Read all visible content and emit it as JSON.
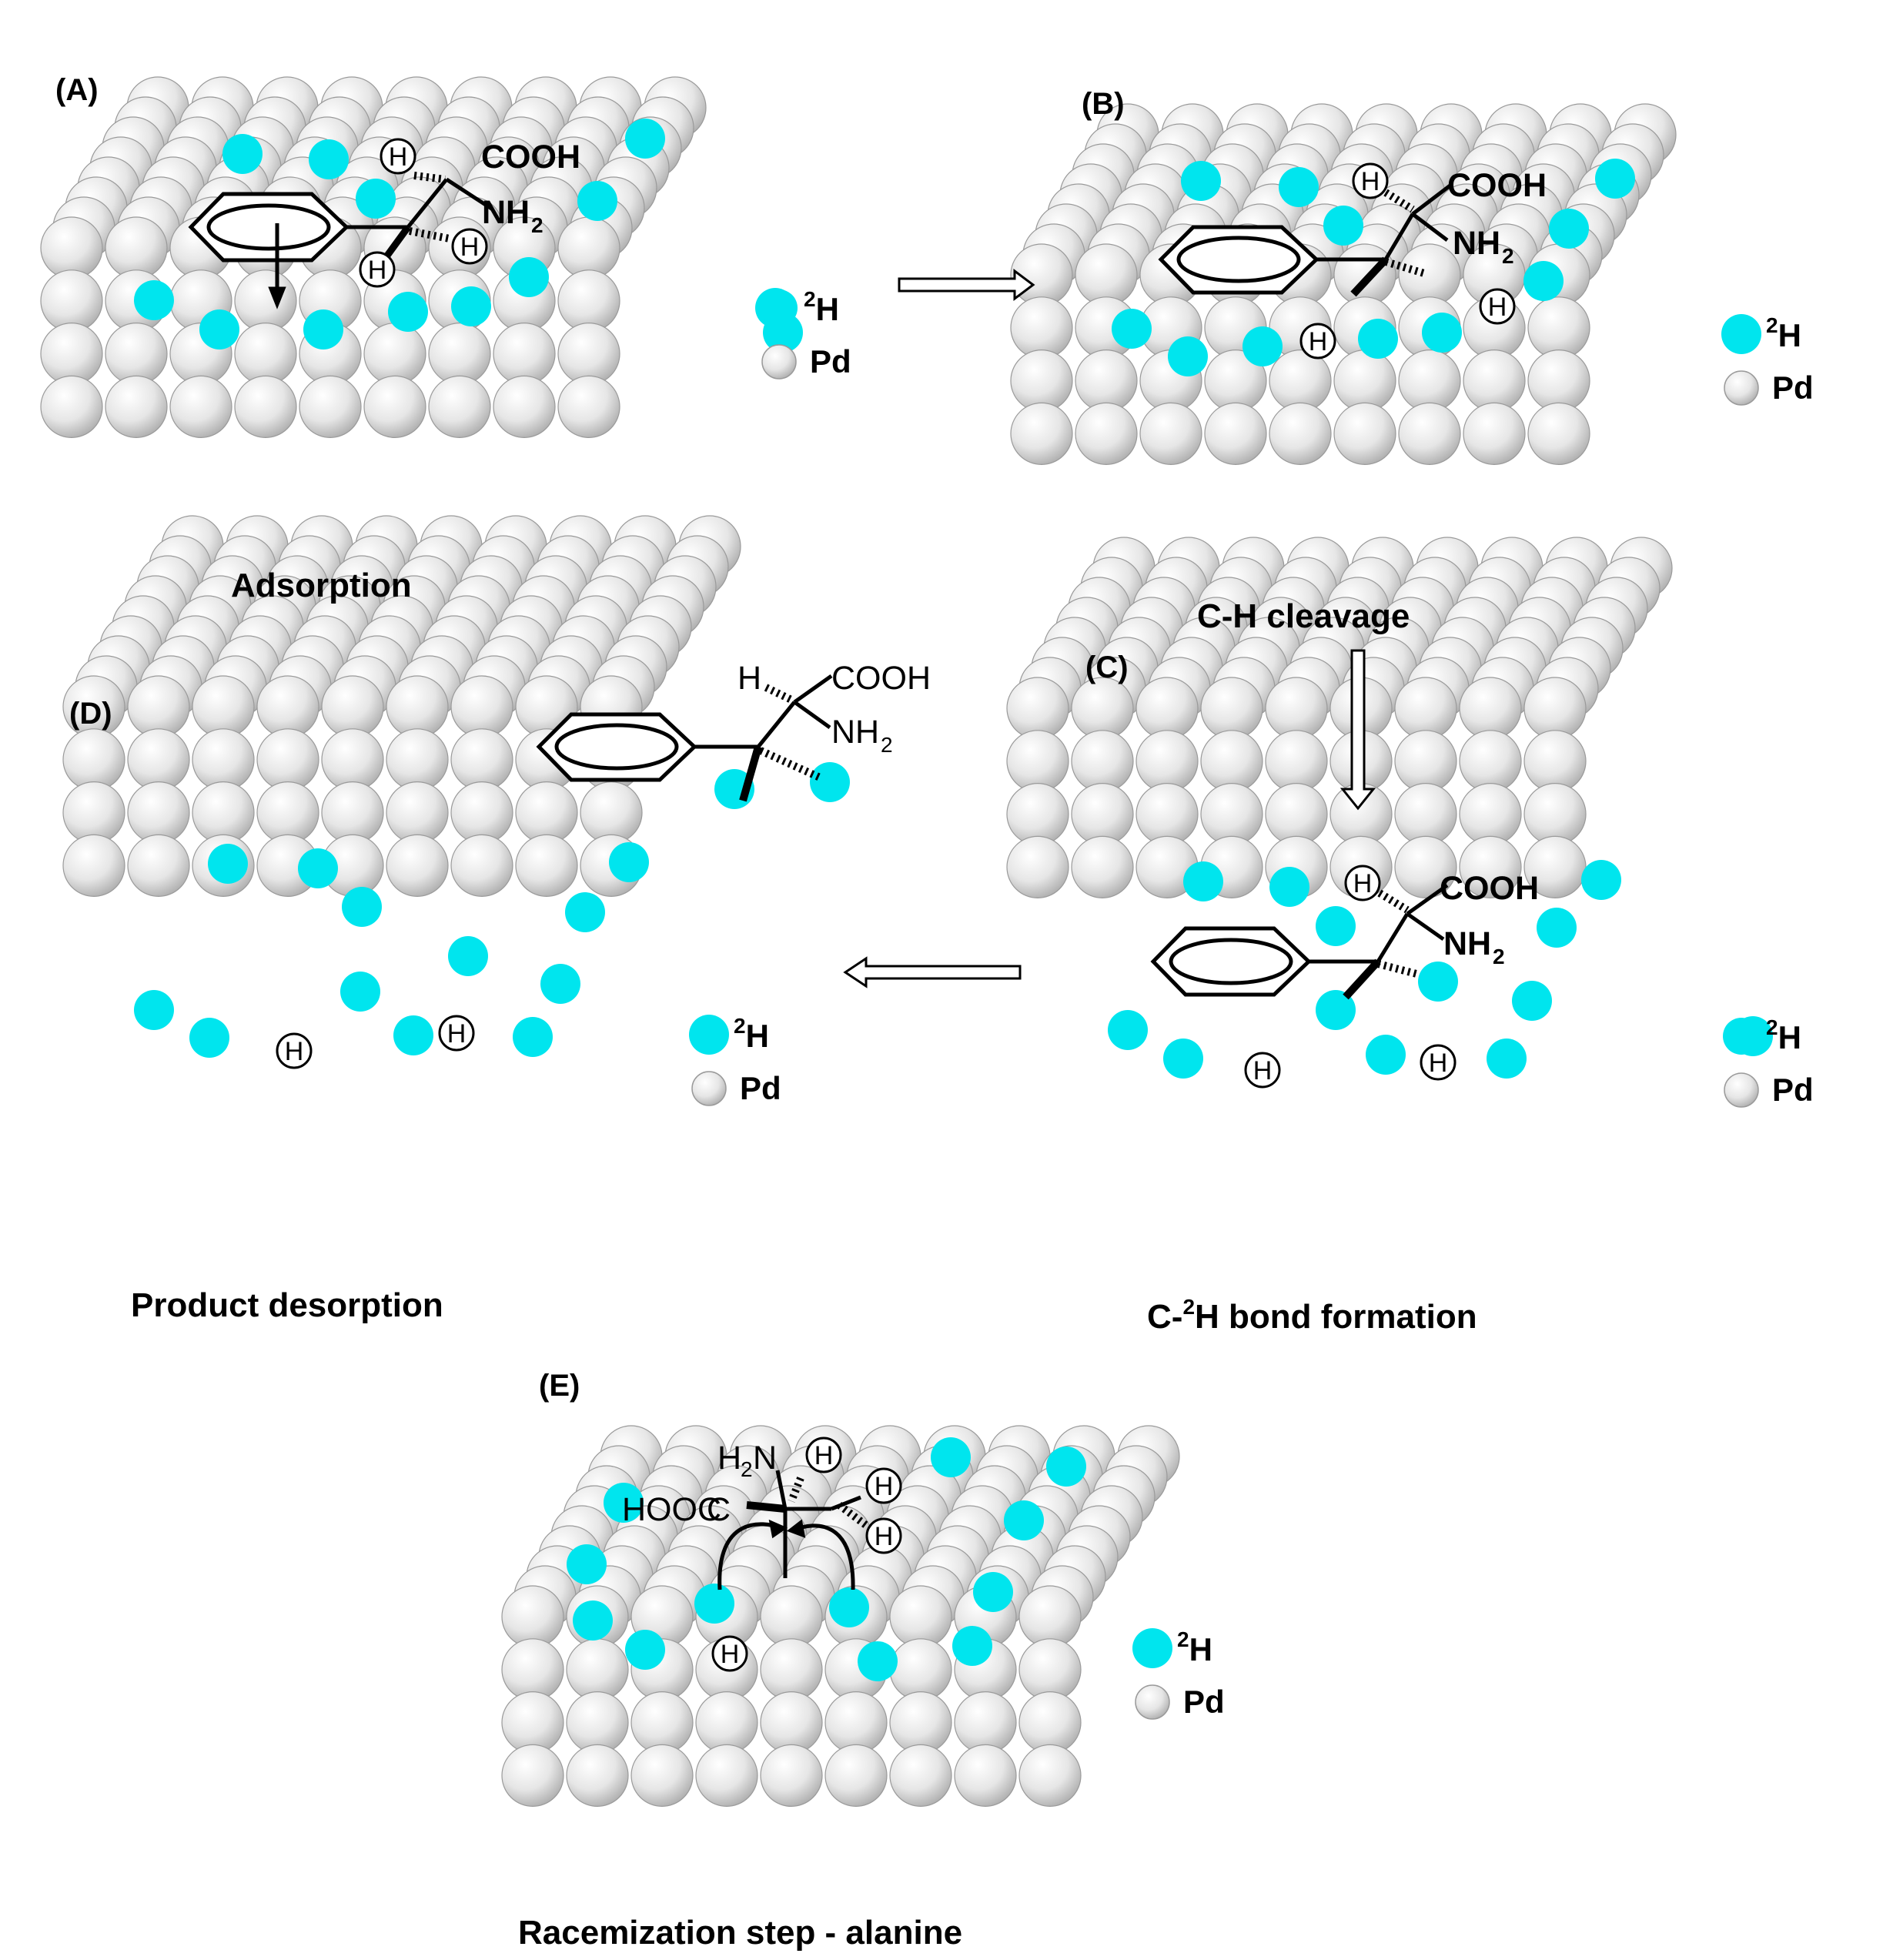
{
  "colors": {
    "deuterium": "#00e5ee",
    "pd_light": "#ffffff",
    "pd_dark": "#a9a9a9",
    "ink": "#000000"
  },
  "legend": {
    "deuterium": "H",
    "deuterium_sup": "2",
    "pd": "Pd"
  },
  "labels": {
    "h": "H",
    "cooh": "COOH",
    "nh": "NH",
    "sub2": "2",
    "hooc": "HOOC"
  },
  "panels": {
    "A": {
      "tag": "(A)",
      "caption": "Adsorption"
    },
    "B": {
      "tag": "(B)",
      "caption": "C-H cleavage"
    },
    "C": {
      "tag": "(C)",
      "caption_pre": "C-",
      "caption_sup": "2",
      "caption_post": "H bond formation"
    },
    "D": {
      "tag": "(D)",
      "caption": "Product desorption"
    },
    "E": {
      "tag": "(E)",
      "caption": "Racemization step - alanine"
    }
  }
}
